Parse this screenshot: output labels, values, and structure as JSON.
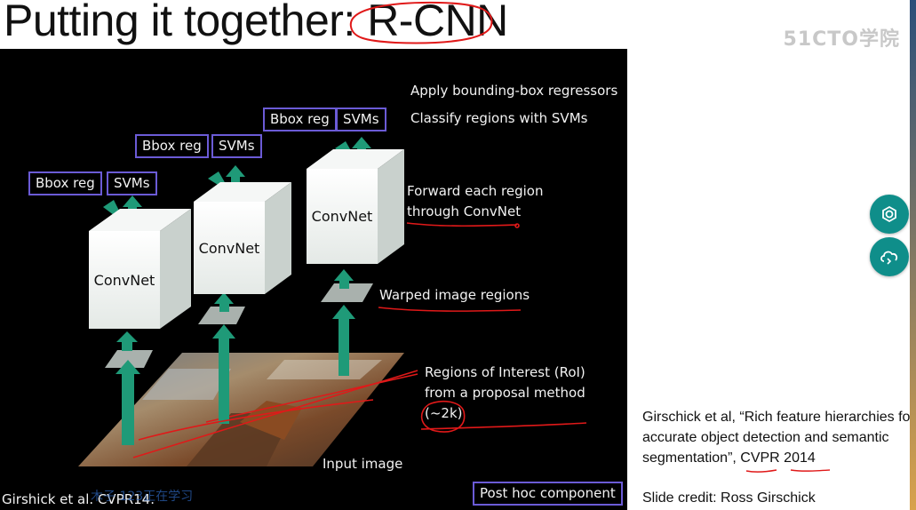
{
  "slide": {
    "title": "Putting it together: R-CNN",
    "watermark": "51CTO学院",
    "steps": {
      "step1": "Apply bounding-box regressors",
      "step2": "Classify regions with SVMs",
      "forward_line1": "Forward each region",
      "forward_line2": "through ConvNet",
      "warped": "Warped image regions",
      "roi_line1": "Regions of Interest (RoI)",
      "roi_line2": "from a proposal method",
      "roi_count": "(~2k)",
      "input_image": "Input image"
    },
    "boxes": {
      "bbox_reg": "Bbox reg",
      "svms": "SVMs",
      "convnet": "ConvNet"
    },
    "footer_citation": "Girshick et al. CVPR14.",
    "post_hoc": "Post hoc component"
  },
  "citation": {
    "line1": "Girschick et al, “Rich feature hierarchies for",
    "line2": "accurate object detection and semantic",
    "line3": "segmentation”, CVPR 2014",
    "credit": "Slide credit: Ross Girschick"
  },
  "overlay": {
    "viewer_text": "木子 123正在学习"
  },
  "colors": {
    "accent_teal": "#0f8e8a",
    "label_border": "#6b5bd6",
    "annotation_red": "#e01919",
    "arrow_green": "#1f9a78"
  },
  "icons": {
    "fab_top": "gear-icon",
    "fab_bottom": "cloud-sync-icon"
  }
}
